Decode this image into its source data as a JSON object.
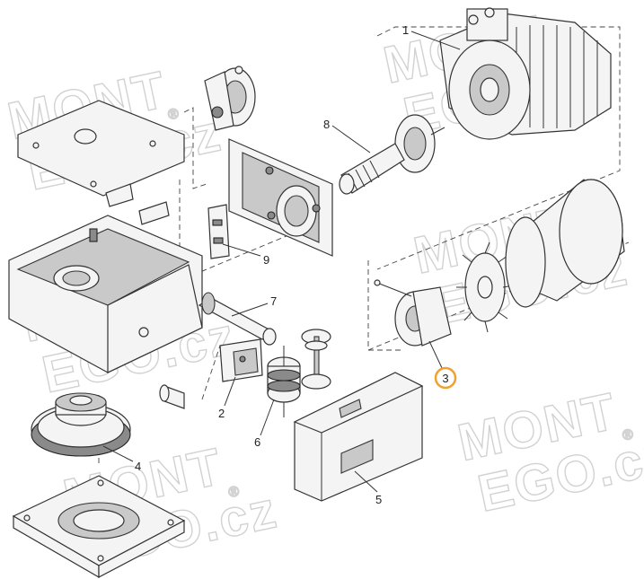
{
  "watermark": {
    "line1": "MONT",
    "line2": "EGO.cz",
    "registered": "®"
  },
  "callouts": [
    {
      "id": "1",
      "label": "1"
    },
    {
      "id": "2",
      "label": "2"
    },
    {
      "id": "3",
      "label": "3",
      "highlighted": true
    },
    {
      "id": "4",
      "label": "4"
    },
    {
      "id": "5",
      "label": "5"
    },
    {
      "id": "6",
      "label": "6"
    },
    {
      "id": "7",
      "label": "7"
    },
    {
      "id": "8",
      "label": "8"
    },
    {
      "id": "9",
      "label": "9"
    }
  ],
  "colors": {
    "highlight_ring": "#f0a030",
    "watermark": "#d2d2d2",
    "ink": "#222222"
  }
}
